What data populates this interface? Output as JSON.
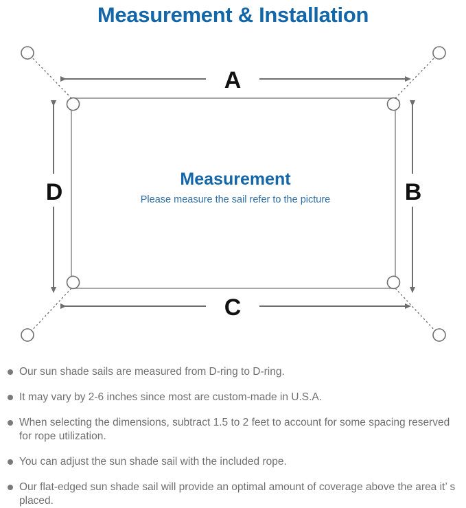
{
  "header": {
    "title": "Measurement & Installation",
    "title_color": "#1366A8"
  },
  "diagram": {
    "name": "sun-shade-sail-measurement-diagram",
    "center_heading": "Measurement",
    "center_subtext": "Please measure the sail refer to the picture",
    "heading_color": "#1366A8",
    "subtext_color": "#2E6DA4",
    "sail_outline_color": "#808080",
    "dimension_line_color": "#6e6e6e",
    "anchor_line_color": "#7a7a7a",
    "label_color": "#000000",
    "dimension_labels": {
      "top": "A",
      "right": "B",
      "bottom": "C",
      "left": "D"
    },
    "corners": [
      {
        "name": "top-left",
        "d_ring": "d-ring",
        "anchor": "anchor-point"
      },
      {
        "name": "top-right",
        "d_ring": "d-ring",
        "anchor": "anchor-point"
      },
      {
        "name": "bottom-left",
        "d_ring": "d-ring",
        "anchor": "anchor-point"
      },
      {
        "name": "bottom-right",
        "d_ring": "d-ring",
        "anchor": "anchor-point"
      }
    ]
  },
  "notes": {
    "bullet_color": "#7a7a7a",
    "text_color": "#6f6f6f",
    "items": [
      "Our sun shade sails are measured from D-ring to D-ring.",
      "It may vary by 2-6 inches since most are custom-made in U.S.A.",
      "When selecting the dimensions, subtract 1.5 to 2 feet to account for some spacing reserved for rope utilization.",
      "You can adjust the sun shade sail with the included rope.",
      "Our flat-edged sun shade sail will provide an optimal amount of coverage above the area it’ s placed."
    ]
  }
}
